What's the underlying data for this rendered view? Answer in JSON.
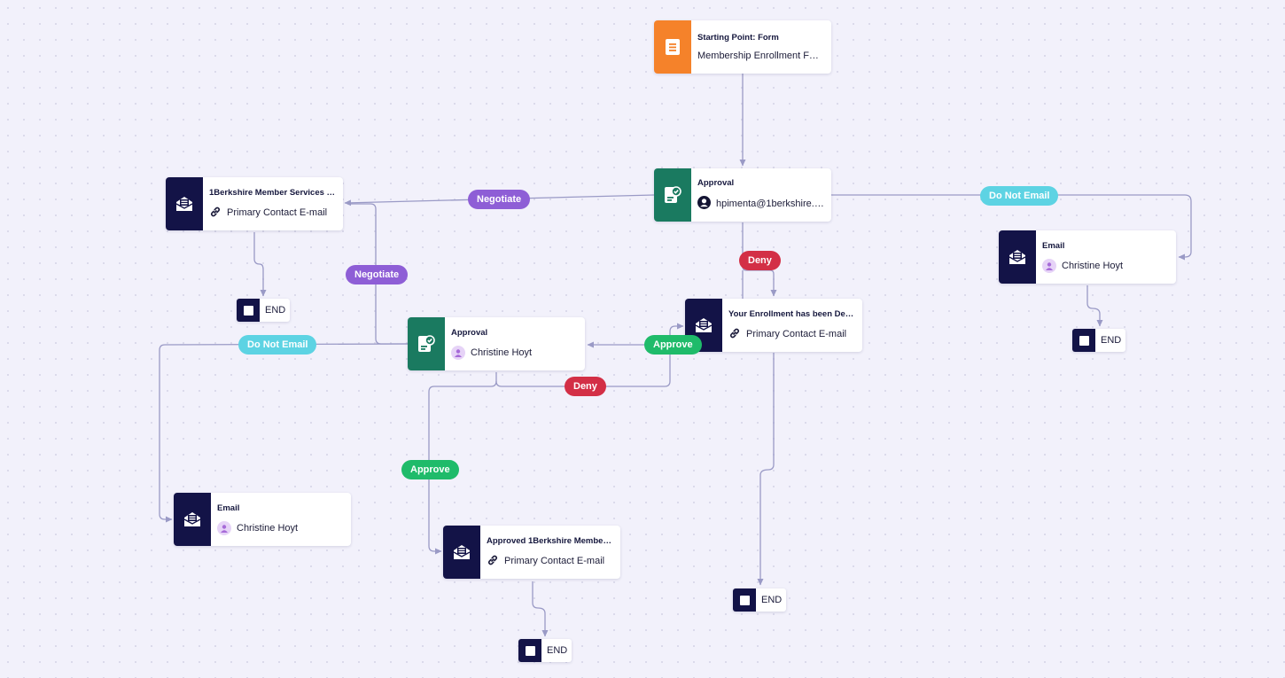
{
  "colors": {
    "form": "#f5822a",
    "approval": "#1a7a60",
    "email": "#131347",
    "negotiate": "#8e5ed6",
    "do_not_email": "#5dd3e3",
    "deny": "#d32f46",
    "approve": "#1fbb6a",
    "edge": "#9a9ac6"
  },
  "nodes": {
    "start": {
      "title": "Starting Point: Form",
      "subtitle": "Membership Enrollment F…",
      "icon": "form-icon"
    },
    "approval1": {
      "title": "Approval",
      "subtitle": "hpimenta@1berkshire.…",
      "icon": "approval-icon",
      "sub_icon": "user-icon"
    },
    "member_services": {
      "title": "1Berkshire Member Services …",
      "subtitle": "Primary Contact E-mail",
      "icon": "email-icon",
      "sub_icon": "link-icon"
    },
    "email_right": {
      "title": "Email",
      "subtitle": "Christine Hoyt",
      "icon": "email-icon",
      "sub_icon": "avatar"
    },
    "enrollment_denied": {
      "title": "Your Enrollment has been De…",
      "subtitle": "Primary Contact E-mail",
      "icon": "email-icon",
      "sub_icon": "link-icon"
    },
    "approval2": {
      "title": "Approval",
      "subtitle": "Christine Hoyt",
      "icon": "approval-icon",
      "sub_icon": "avatar"
    },
    "email_left": {
      "title": "Email",
      "subtitle": "Christine Hoyt",
      "icon": "email-icon",
      "sub_icon": "avatar"
    },
    "approved_member": {
      "title": "Approved 1Berkshire Membe…",
      "subtitle": "Primary Contact E-mail",
      "icon": "email-icon",
      "sub_icon": "link-icon"
    }
  },
  "end_label": "END",
  "labels": {
    "negotiate_1": "Negotiate",
    "negotiate_2": "Negotiate",
    "do_not_email_1": "Do Not Email",
    "do_not_email_2": "Do Not Email",
    "deny_1": "Deny",
    "deny_2": "Deny",
    "approve_1": "Approve",
    "approve_2": "Approve"
  }
}
